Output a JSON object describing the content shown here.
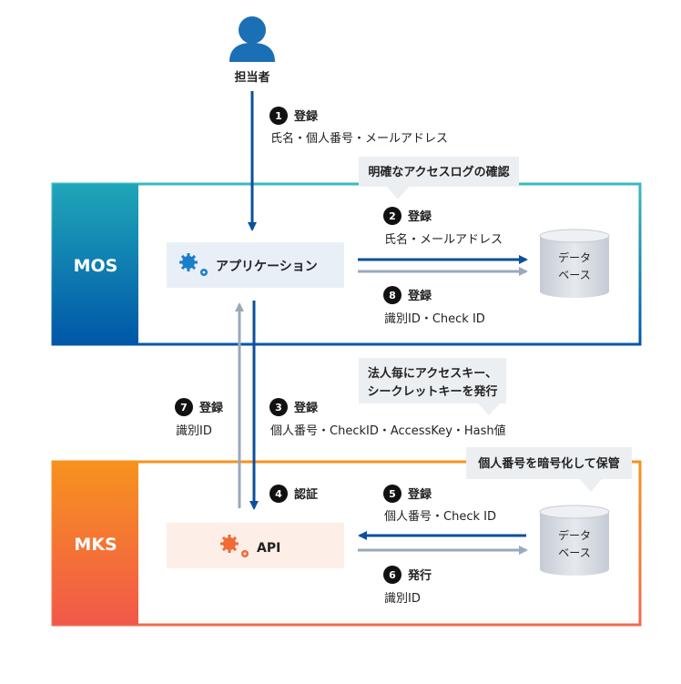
{
  "person": {
    "label": "担当者",
    "icon": "person-icon"
  },
  "mos": {
    "label": "MOS",
    "app_label": "アプリケーション",
    "db_label_line1": "データ",
    "db_label_line2": "ベース",
    "callout": "明確なアクセスログの確認"
  },
  "mks": {
    "label": "MKS",
    "api_label": "API",
    "db_label_line1": "データ",
    "db_label_line2": "ベース",
    "callout": "個人番号を暗号化して保管"
  },
  "middle_callout": {
    "line1": "法人毎にアクセスキー、",
    "line2": "シークレットキーを発行"
  },
  "steps": [
    {
      "num": "1",
      "title": "登録",
      "detail": "氏名・個人番号・メールアドレス"
    },
    {
      "num": "2",
      "title": "登録",
      "detail": "氏名・メールアドレス"
    },
    {
      "num": "3",
      "title": "登録",
      "detail": "個人番号・CheckID・AccessKey・Hash値"
    },
    {
      "num": "4",
      "title": "認証",
      "detail": ""
    },
    {
      "num": "5",
      "title": "登録",
      "detail": "個人番号・Check ID"
    },
    {
      "num": "6",
      "title": "発行",
      "detail": "識別ID"
    },
    {
      "num": "7",
      "title": "登録",
      "detail": "識別ID"
    },
    {
      "num": "8",
      "title": "登録",
      "detail": "識別ID・Check ID"
    }
  ],
  "colors": {
    "mos_band_top": "#3bb8c2",
    "mos_band_bottom": "#0057a8",
    "mks_band_top": "#f7921e",
    "mks_band_bottom": "#f26a4f",
    "arrow_dark": "#0d4f9b",
    "arrow_light": "#9aa9bb",
    "app_box": "#e8eff7",
    "api_box": "#fdeee8",
    "callout": "#eceff2",
    "gear_blue": "#1a7fc9",
    "gear_orange": "#f06a35",
    "person": "#1b6fb5"
  }
}
